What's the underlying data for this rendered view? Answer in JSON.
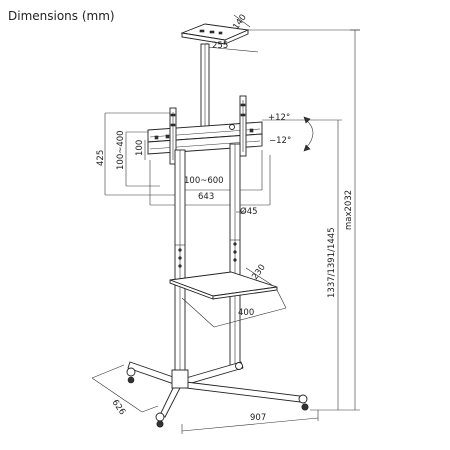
{
  "title": "Dimensions (mm)",
  "dims": {
    "top_depth": "140",
    "top_width": "255",
    "tilt_up": "+12°",
    "tilt_down": "−12°",
    "height_425": "425",
    "vesa_v": "100~400",
    "small_100": "100",
    "vesa_h": "100~600",
    "bracket_width": "643",
    "pole_dia": "Ø45",
    "shelf_depth": "230",
    "shelf_width": "400",
    "base_depth": "626",
    "base_width": "907",
    "height_range": "1337/1391/1445",
    "max_height": "max2032"
  }
}
